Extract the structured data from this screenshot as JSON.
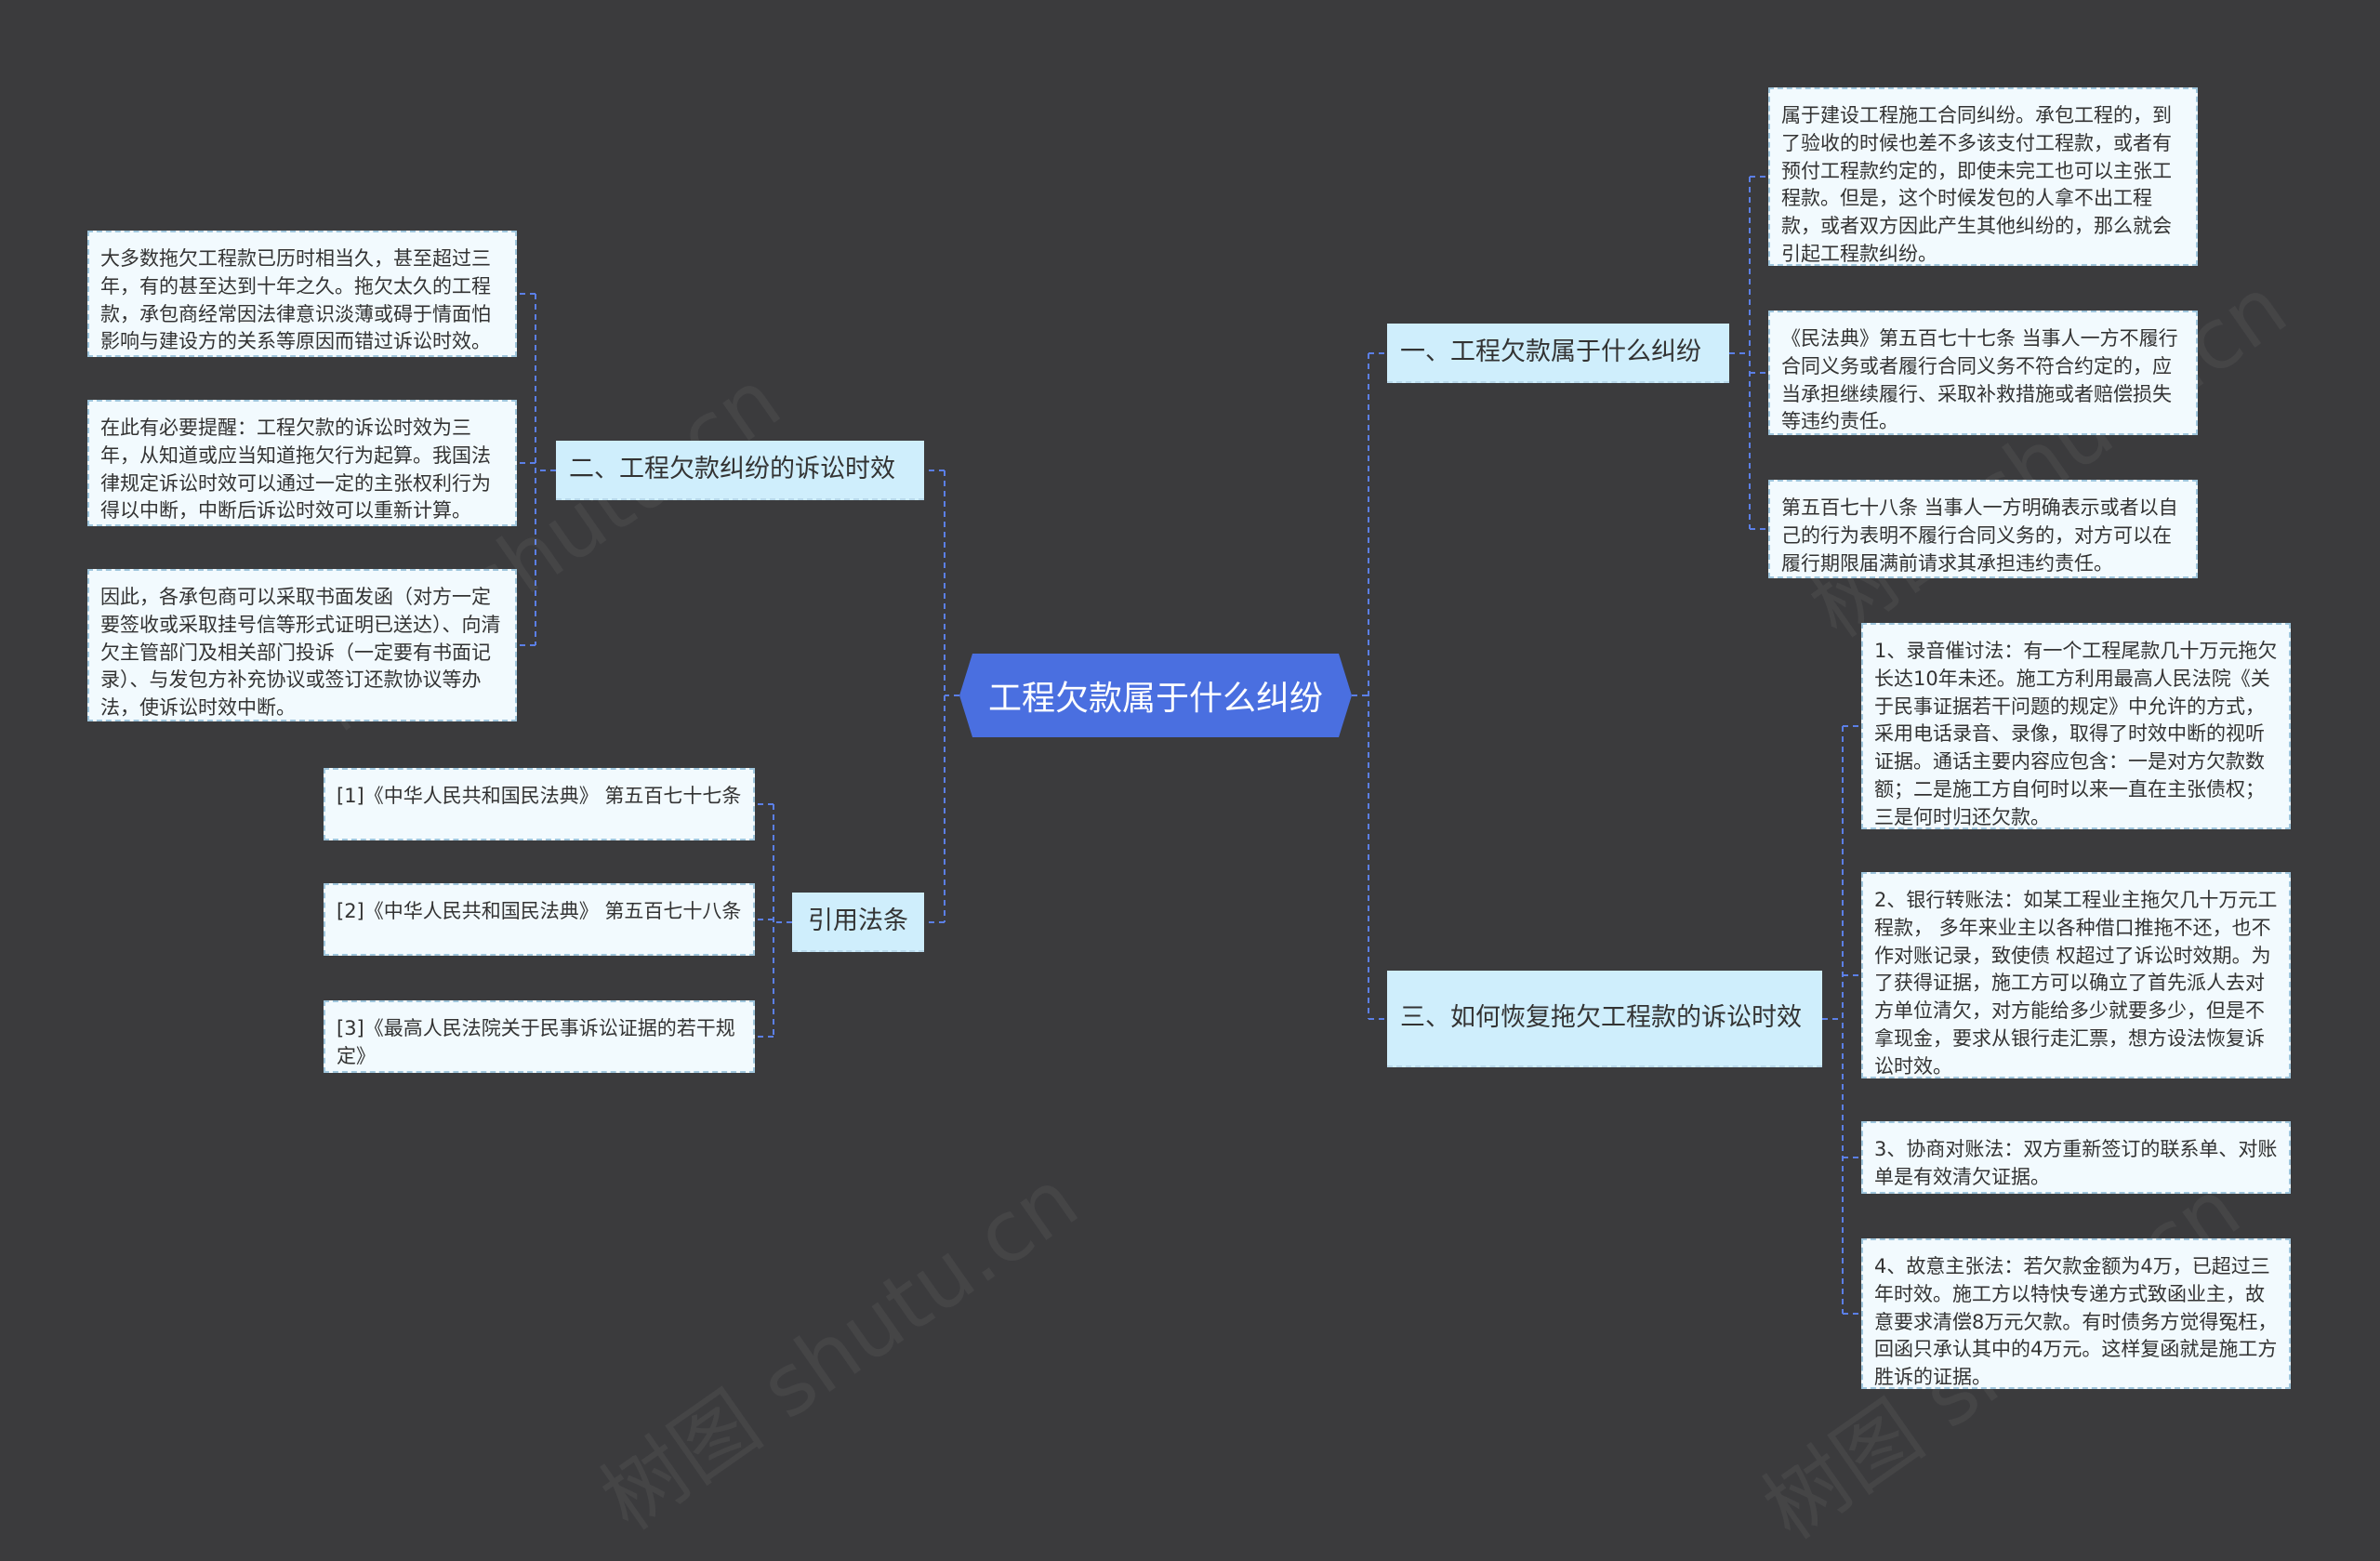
{
  "root": {
    "label": "工程欠款属于什么纠纷"
  },
  "branches": [
    {
      "label": "一、工程欠款属于什么纠纷",
      "leaves": [
        "属于建设工程施工合同纠纷。承包工程的，到了验收的时候也差不多该支付工程款，或者有预付工程款约定的，即使未完工也可以主张工程款。但是，这个时候发包的人拿不出工程款，或者双方因此产生其他纠纷的，那么就会引起工程款纠纷。",
        "《民法典》第五百七十七条 当事人一方不履行合同义务或者履行合同义务不符合约定的，应当承担继续履行、采取补救措施或者赔偿损失等违约责任。",
        "第五百七十八条 当事人一方明确表示或者以自己的行为表明不履行合同义务的，对方可以在履行期限届满前请求其承担违约责任。"
      ]
    },
    {
      "label": "三、如何恢复拖欠工程款的诉讼时效",
      "leaves": [
        "1、录音催讨法：有一个工程尾款几十万元拖欠长达10年未还。施工方利用最高人民法院《关于民事证据若干问题的规定》中允许的方式，采用电话录音、录像，取得了时效中断的视听证据。通话主要内容应包含：一是对方欠款数额；二是施工方自何时以来一直在主张债权；三是何时归还欠款。",
        "2、银行转账法：如某工程业主拖欠几十万元工程款， 多年来业主以各种借口推拖不还，也不作对账记录，致使债 权超过了诉讼时效期。为了获得证据，施工方可以确立了首先派人去对方单位清欠，对方能给多少就要多少，但是不拿现金，要求从银行走汇票，想方设法恢复诉讼时效。",
        "3、协商对账法：双方重新签订的联系单、对账单是有效清欠证据。",
        "4、故意主张法：若欠款金额为4万，已超过三年时效。施工方以特快专递方式致函业主，故意要求清偿8万元欠款。有时债务方觉得冤枉，回函只承认其中的4万元。这样复函就是施工方胜诉的证据。"
      ]
    },
    {
      "label": "二、工程欠款纠纷的诉讼时效",
      "leaves": [
        "大多数拖欠工程款已历时相当久，甚至超过三年，有的甚至达到十年之久。拖欠太久的工程款，承包商经常因法律意识淡薄或碍于情面怕影响与建设方的关系等原因而错过诉讼时效。",
        "在此有必要提醒：工程欠款的诉讼时效为三年，从知道或应当知道拖欠行为起算。我国法律规定诉讼时效可以通过一定的主张权利行为得以中断，中断后诉讼时效可以重新计算。",
        "因此，各承包商可以采取书面发函（对方一定要签收或采取挂号信等形式证明已送达）、向清欠主管部门及相关部门投诉（一定要有书面记录）、与发包方补充协议或签订还款协议等办法，使诉讼时效中断。"
      ]
    },
    {
      "label": "引用法条",
      "leaves": [
        "[1]《中华人民共和国民法典》 第五百七十七条",
        "[2]《中华人民共和国民法典》 第五百七十八条",
        "[3]《最高人民法院关于民事诉讼证据的若干规定》"
      ]
    }
  ],
  "watermark": "树图 shutu.cn",
  "colors": {
    "background": "#3b3b3d",
    "root": "#4a6fe0",
    "branch": "#cfeefc",
    "leaf": "#f2fafe",
    "link": "#5b7fe6"
  }
}
